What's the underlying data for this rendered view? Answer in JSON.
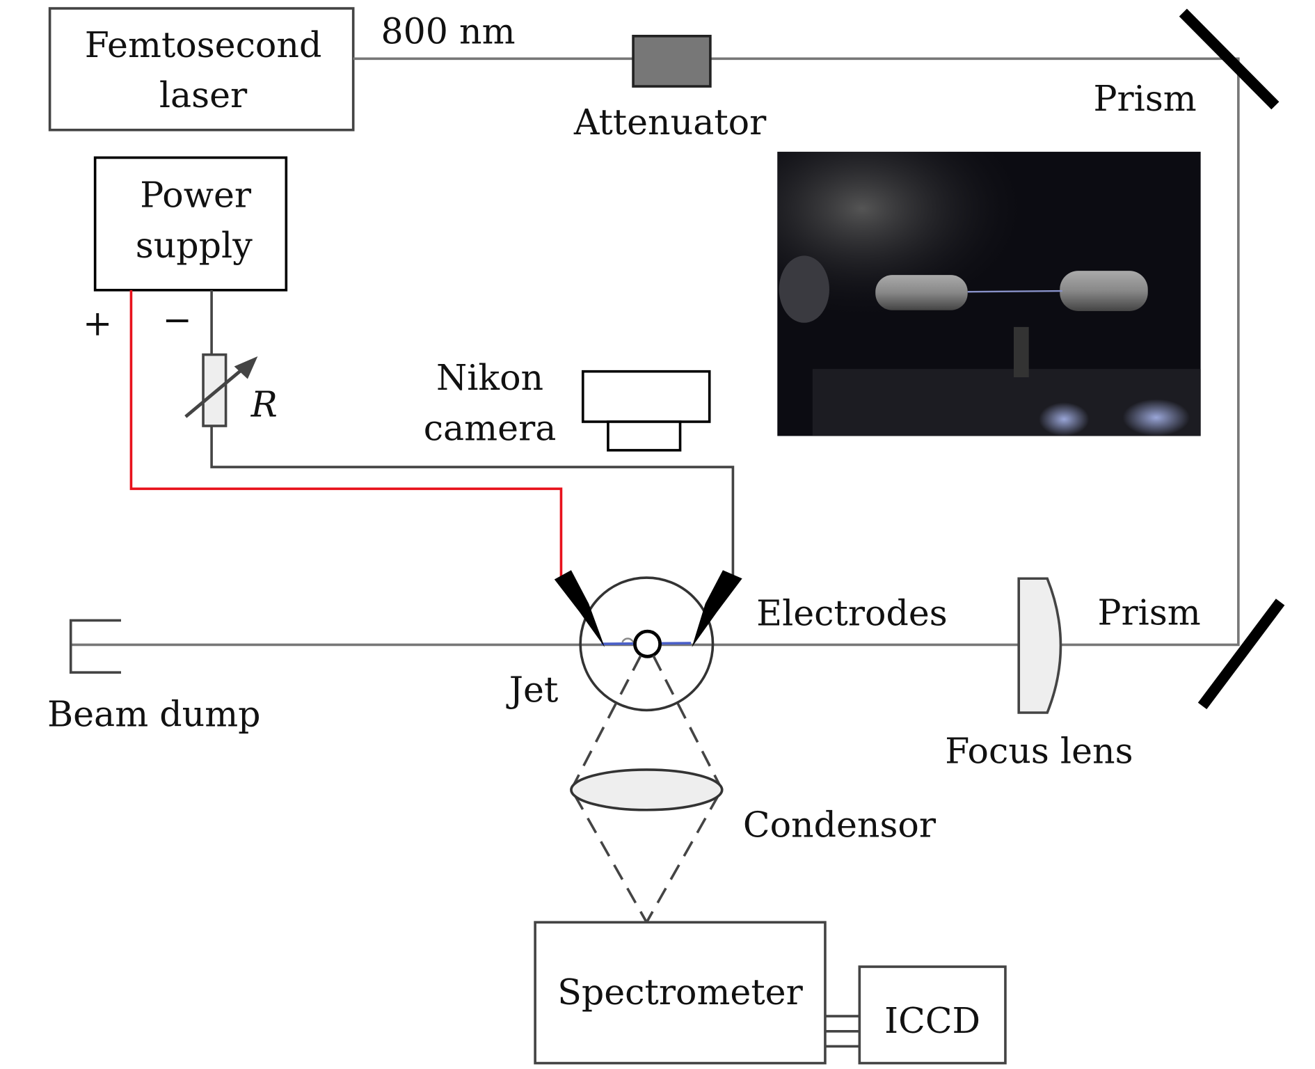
{
  "labels": {
    "laser_line1": "Femtosecond",
    "laser_line2": "laser",
    "wavelength": "800 nm",
    "attenuator": "Attenuator",
    "prism_top": "Prism",
    "prism_bottom": "Prism",
    "power_line1": "Power",
    "power_line2": "supply",
    "plus": "+",
    "minus": "−",
    "resistor": "R",
    "camera_line1": "Nikon",
    "camera_line2": "camera",
    "electrodes": "Electrodes",
    "focus_lens": "Focus lens",
    "beam_dump": "Beam dump",
    "jet": "Jet",
    "condensor": "Condensor",
    "spectrometer": "Spectrometer",
    "iccd": "ICCD"
  },
  "colors": {
    "positive_wire": "#e8121c",
    "plasma_channel": "#4a5fc8",
    "attenuator_fill": "#777777",
    "photo_background": "#0c0c12"
  }
}
